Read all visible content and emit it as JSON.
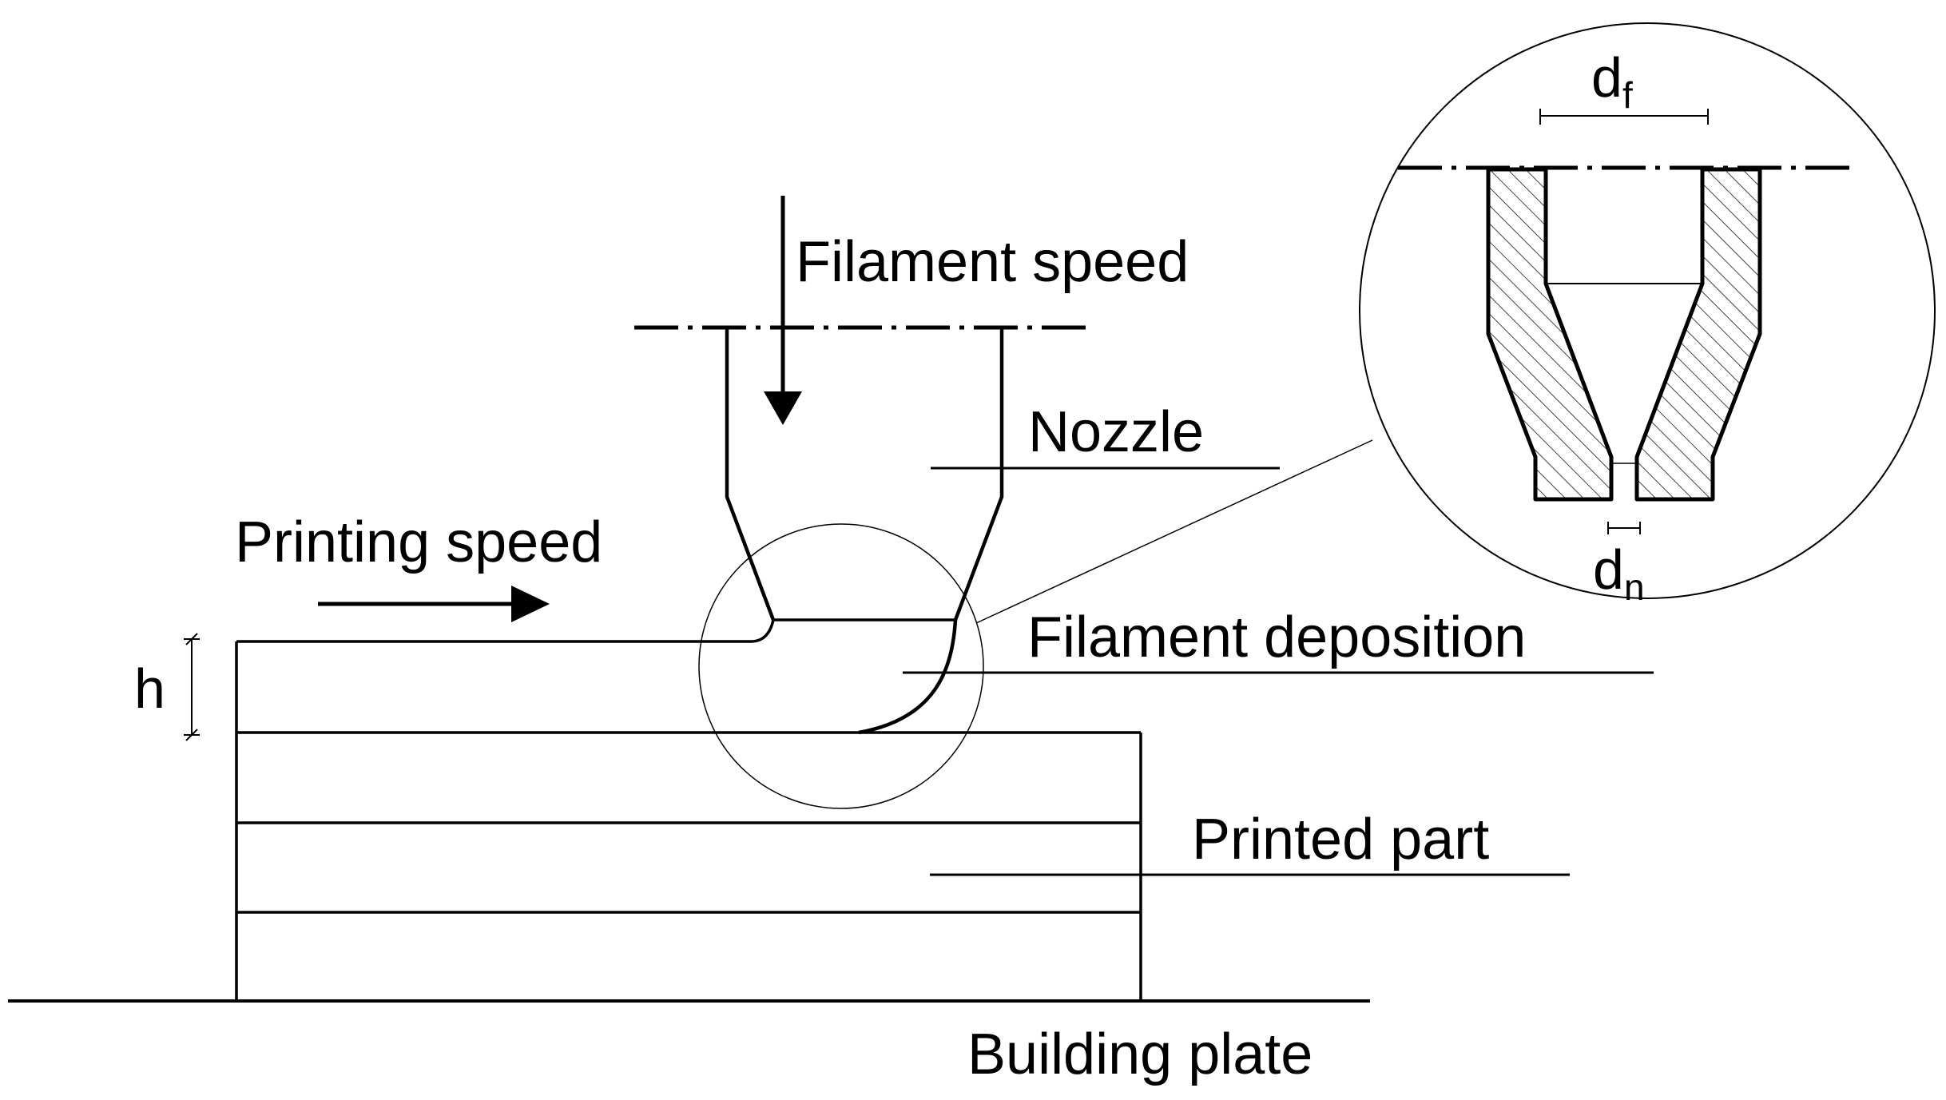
{
  "labels": {
    "filament_speed": "Filament speed",
    "nozzle": "Nozzle",
    "printing_speed": "Printing speed",
    "filament_deposition": "Filament deposition",
    "printed_part": "Printed part",
    "building_plate": "Building plate",
    "h": "h",
    "d_f": {
      "base": "d",
      "sub": "f"
    },
    "d_n": {
      "base": "d",
      "sub": "n"
    }
  },
  "colors": {
    "ink": "#000000",
    "background": "#ffffff",
    "hatch": "#444444"
  }
}
